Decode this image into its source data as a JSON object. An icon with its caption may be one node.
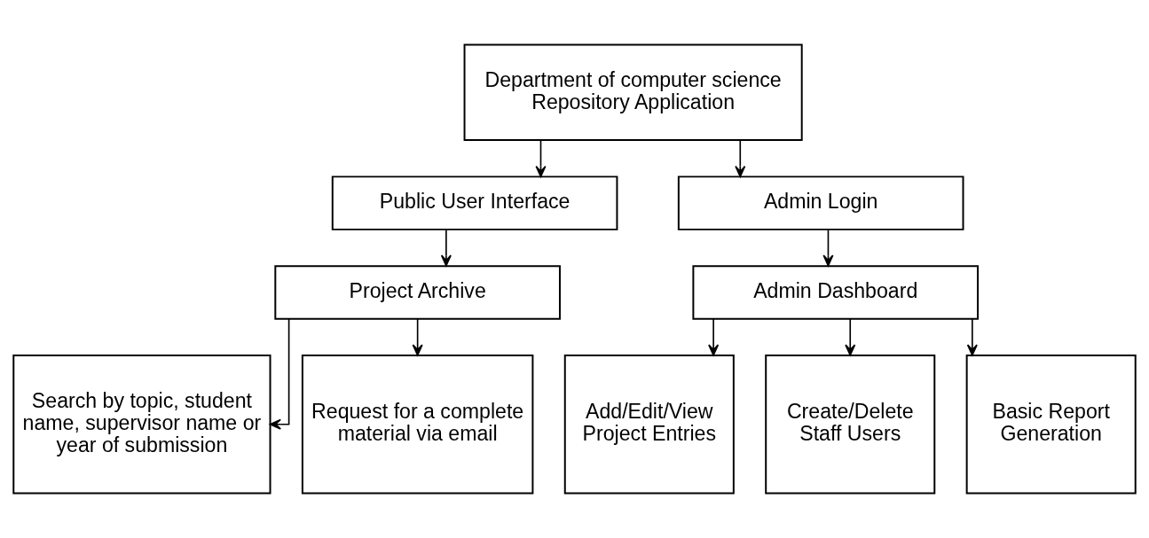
{
  "diagram": {
    "nodes": [
      {
        "text": [
          "Department of computer science Repository Application"
        ]
      },
      {
        "text": [
          "Public User Interface"
        ]
      },
      {
        "text": [
          "Admin Login"
        ]
      },
      {
        "text": [
          "Project Archive"
        ]
      },
      {
        "text": [
          "Admin Dashboard"
        ]
      },
      {
        "text": [
          "Search by topic, student name, supervisor name or year of submission"
        ]
      },
      {
        "text": [
          "Request for a complete material via email"
        ]
      },
      {
        "text": [
          "Add/Edit/View Project Entries"
        ]
      },
      {
        "text": [
          "Create/Delete Staff Users"
        ]
      },
      {
        "text": [
          "Basic Report Generation"
        ]
      }
    ],
    "edges": [
      {
        "from": 0,
        "to": 1,
        "arrow": "to"
      },
      {
        "from": 0,
        "to": 2,
        "arrow": "to"
      },
      {
        "from": 1,
        "to": 3,
        "arrow": "to"
      },
      {
        "from": 2,
        "to": 4,
        "arrow": "to"
      },
      {
        "from": 3,
        "to": 5,
        "arrow": "to"
      },
      {
        "from": 3,
        "to": 6,
        "arrow": "to"
      },
      {
        "from": 4,
        "to": 7,
        "arrow": "to"
      },
      {
        "from": 4,
        "to": 8,
        "arrow": "to"
      },
      {
        "from": 4,
        "to": 9,
        "arrow": "to"
      }
    ]
  }
}
